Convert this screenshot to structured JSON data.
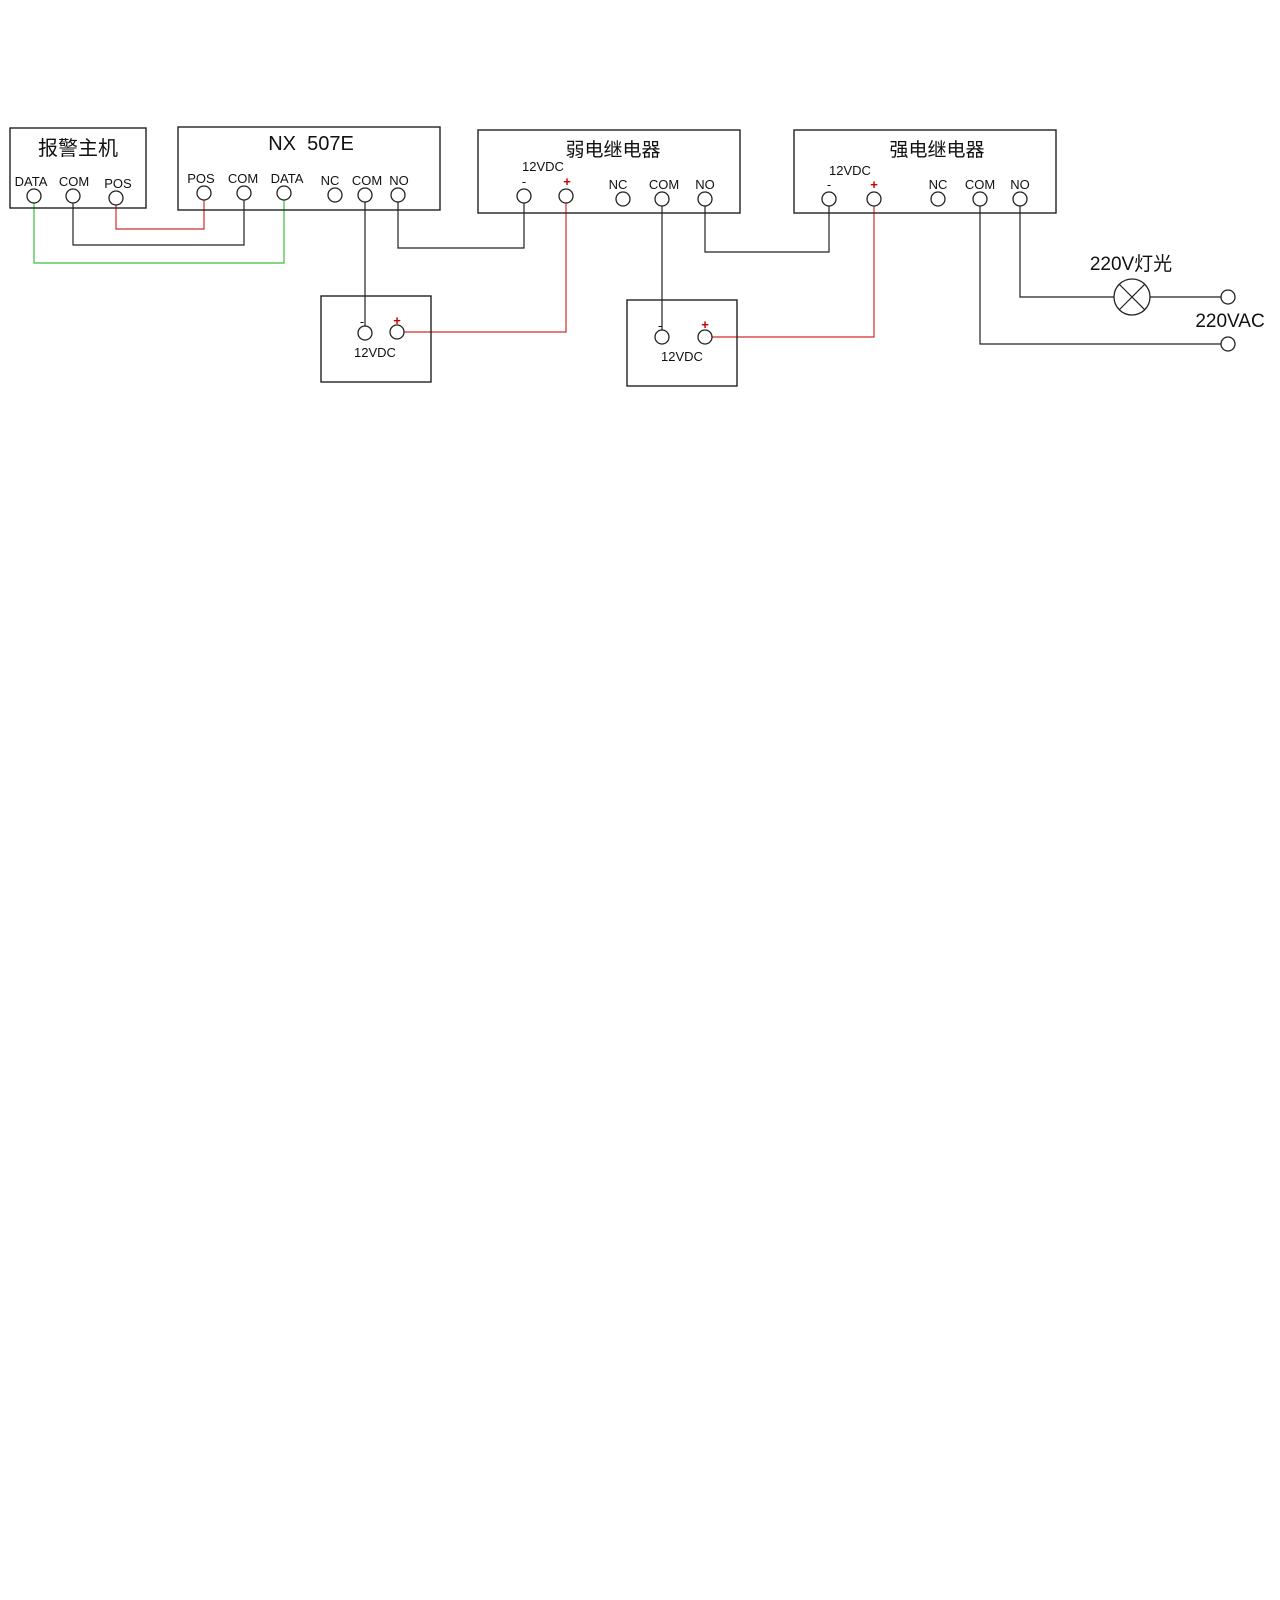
{
  "colors": {
    "black": "#222222",
    "red": "#d02c2c",
    "green": "#3cbf3c",
    "pin_red": "#cc0000"
  },
  "alarm_host": {
    "title": "报警主机",
    "t_data": "DATA",
    "t_com": "COM",
    "t_pos": "POS"
  },
  "nx507e": {
    "title": "NX  507E",
    "t_pos": "POS",
    "t_com": "COM",
    "t_data": "DATA",
    "t_nc": "NC",
    "t_com2": "COM",
    "t_no": "NO"
  },
  "weak_relay": {
    "title": "弱电继电器",
    "supply": "12VDC",
    "minus": "-",
    "plus": "+",
    "t_nc": "NC",
    "t_com": "COM",
    "t_no": "NO"
  },
  "strong_relay": {
    "title": "强电继电器",
    "supply": "12VDC",
    "minus": "-",
    "plus": "+",
    "t_nc": "NC",
    "t_com": "COM",
    "t_no": "NO"
  },
  "psu1": {
    "minus": "-",
    "plus": "+",
    "label": "12VDC"
  },
  "psu2": {
    "minus": "-",
    "plus": "+",
    "label": "12VDC"
  },
  "load": {
    "lamp_label": "220V灯光",
    "ac_label": "220VAC"
  }
}
